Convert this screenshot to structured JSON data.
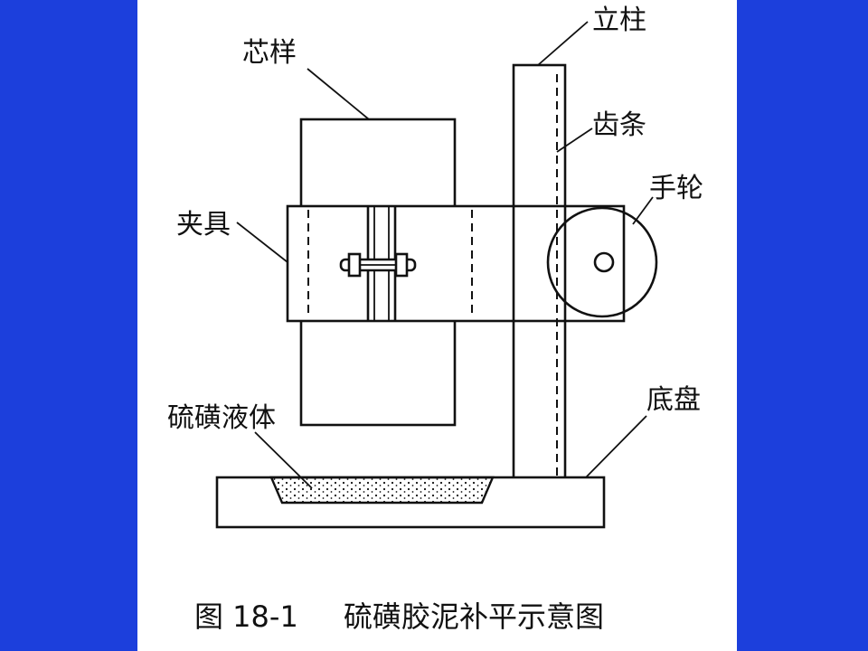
{
  "labels": {
    "column": "立柱",
    "core_sample": "芯样",
    "rack": "齿条",
    "hand_wheel": "手轮",
    "clamp": "夹具",
    "base": "底盘",
    "sulfur_liquid": "硫磺液体"
  },
  "caption": {
    "figure_number": "图 18-1",
    "title": "硫磺胶泥补平示意图"
  },
  "colors": {
    "side_band": "#1c3fdc",
    "canvas": "#ffffff",
    "ink": "#111111"
  }
}
